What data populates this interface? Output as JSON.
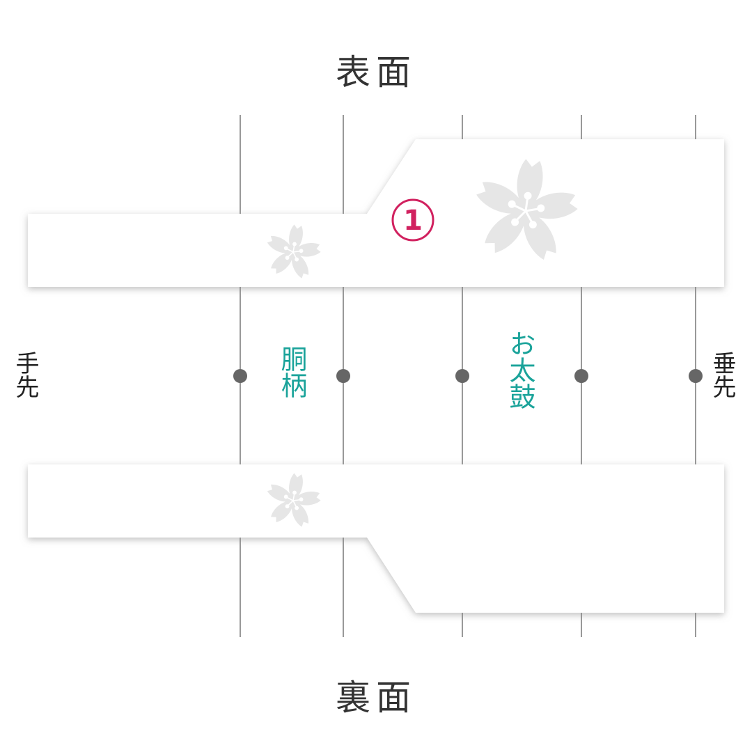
{
  "title_front": "表面",
  "title_back": "裏面",
  "end_left": "手先",
  "end_right": "垂先",
  "zones": [
    {
      "id": "dogara",
      "label": "胴柄"
    },
    {
      "id": "otaiko",
      "label": "お太鼓"
    }
  ],
  "marker": "①",
  "colors": {
    "background": "#ffffff",
    "band_fill": "#ffffff",
    "band_shadow": "#9a9a9a",
    "guide_line": "#555555",
    "node": "#666666",
    "zone_label": "#1aa39a",
    "marker": "#d1215f",
    "flower": "#e6e6e6"
  },
  "icons": {
    "flower": "sakura-icon",
    "node": "dot-icon"
  }
}
